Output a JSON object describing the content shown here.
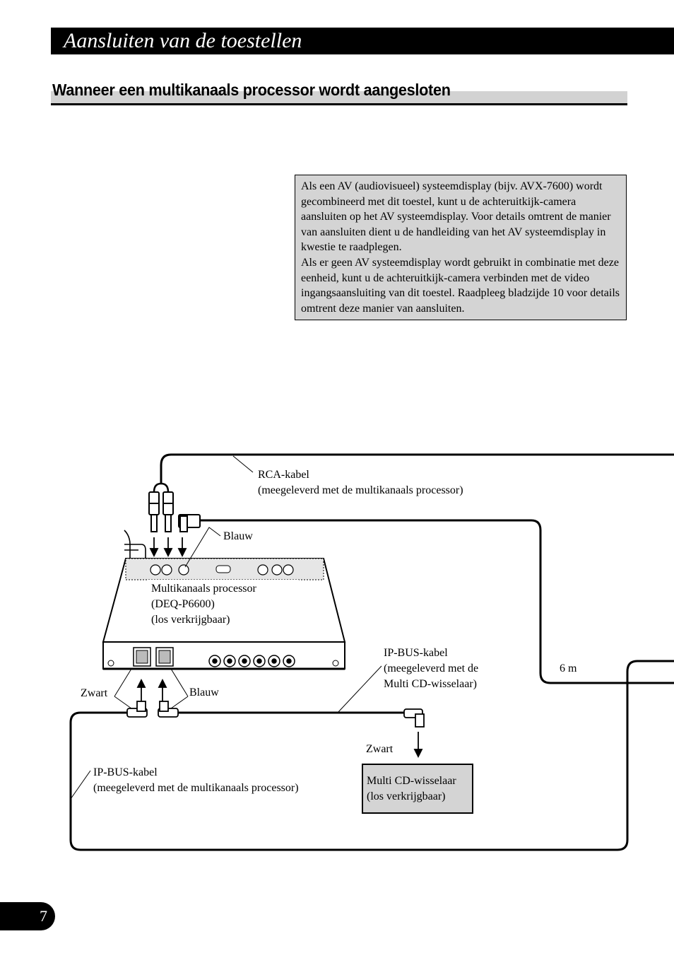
{
  "header": {
    "title": "Aansluiten van de toestellen"
  },
  "section": {
    "title": "Wanneer een multikanaals processor wordt aangesloten"
  },
  "note": {
    "paragraph1": "Als een AV (audiovisueel) systeemdisplay (bijv. AVX-7600) wordt gecombineerd met dit toestel, kunt u de achteruitkijk-camera aansluiten op het AV systeemdisplay. Voor details omtrent de manier van aansluiten dient u de handleiding van het AV systeemdisplay in kwestie te raadplegen.",
    "paragraph2": "Als er geen AV systeemdisplay wordt gebruikt in combinatie met deze eenheid, kunt u de achteruitkijk-camera verbinden met de video ingangsaansluiting van dit toestel. Raadpleeg bladzijde 10 voor details omtrent deze manier van aansluiten."
  },
  "diagram": {
    "rca_cable": {
      "line1": "RCA-kabel",
      "line2": "(meegeleverd met de multikanaals processor)"
    },
    "blauw_top": "Blauw",
    "processor": {
      "line1": "Multikanaals processor",
      "line2": "(DEQ-P6600)",
      "line3": "(los verkrijgbaar)"
    },
    "ipbus_cd": {
      "line1": "IP-BUS-kabel",
      "line2": "(meegeleverd met de",
      "line3": "Multi CD-wisselaar)"
    },
    "length": "6 m",
    "zwart_left": "Zwart",
    "blauw_bottom": "Blauw",
    "zwart_cd": "Zwart",
    "ipbus_proc": {
      "line1": "IP-BUS-kabel",
      "line2": "(meegeleverd met de multikanaals processor)"
    },
    "cd_changer": {
      "line1": "Multi CD-wisselaar",
      "line2": "(los verkrijgbaar)"
    }
  },
  "page_number": "7"
}
